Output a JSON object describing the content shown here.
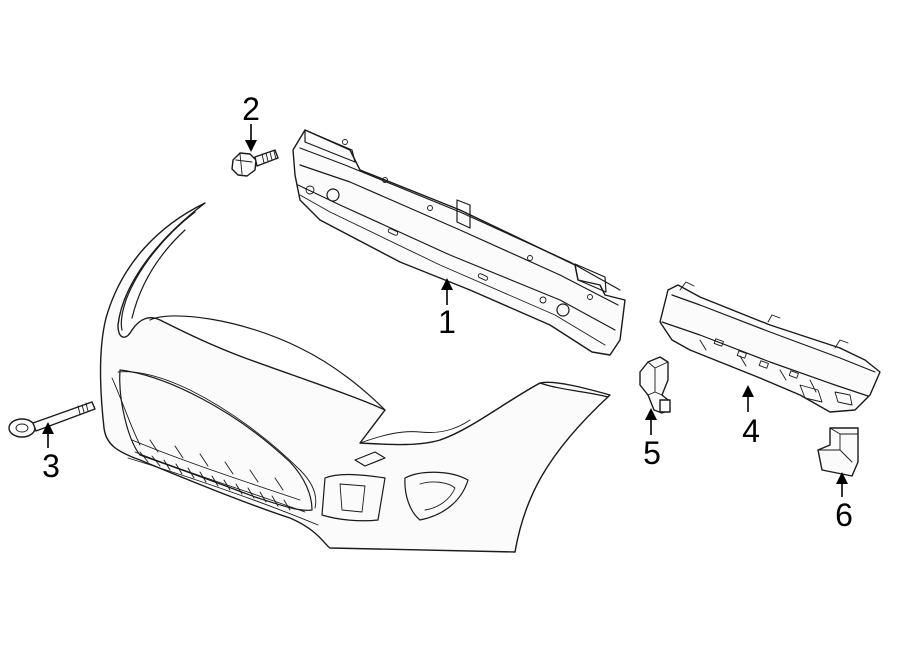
{
  "callouts": [
    {
      "id": "1",
      "label": "1"
    },
    {
      "id": "2",
      "label": "2"
    },
    {
      "id": "3",
      "label": "3"
    },
    {
      "id": "4",
      "label": "4"
    },
    {
      "id": "5",
      "label": "5"
    },
    {
      "id": "6",
      "label": "6"
    }
  ],
  "colors": {
    "line": "#1a1a1a",
    "fill": "#fbfbfb",
    "background": "#ffffff"
  }
}
